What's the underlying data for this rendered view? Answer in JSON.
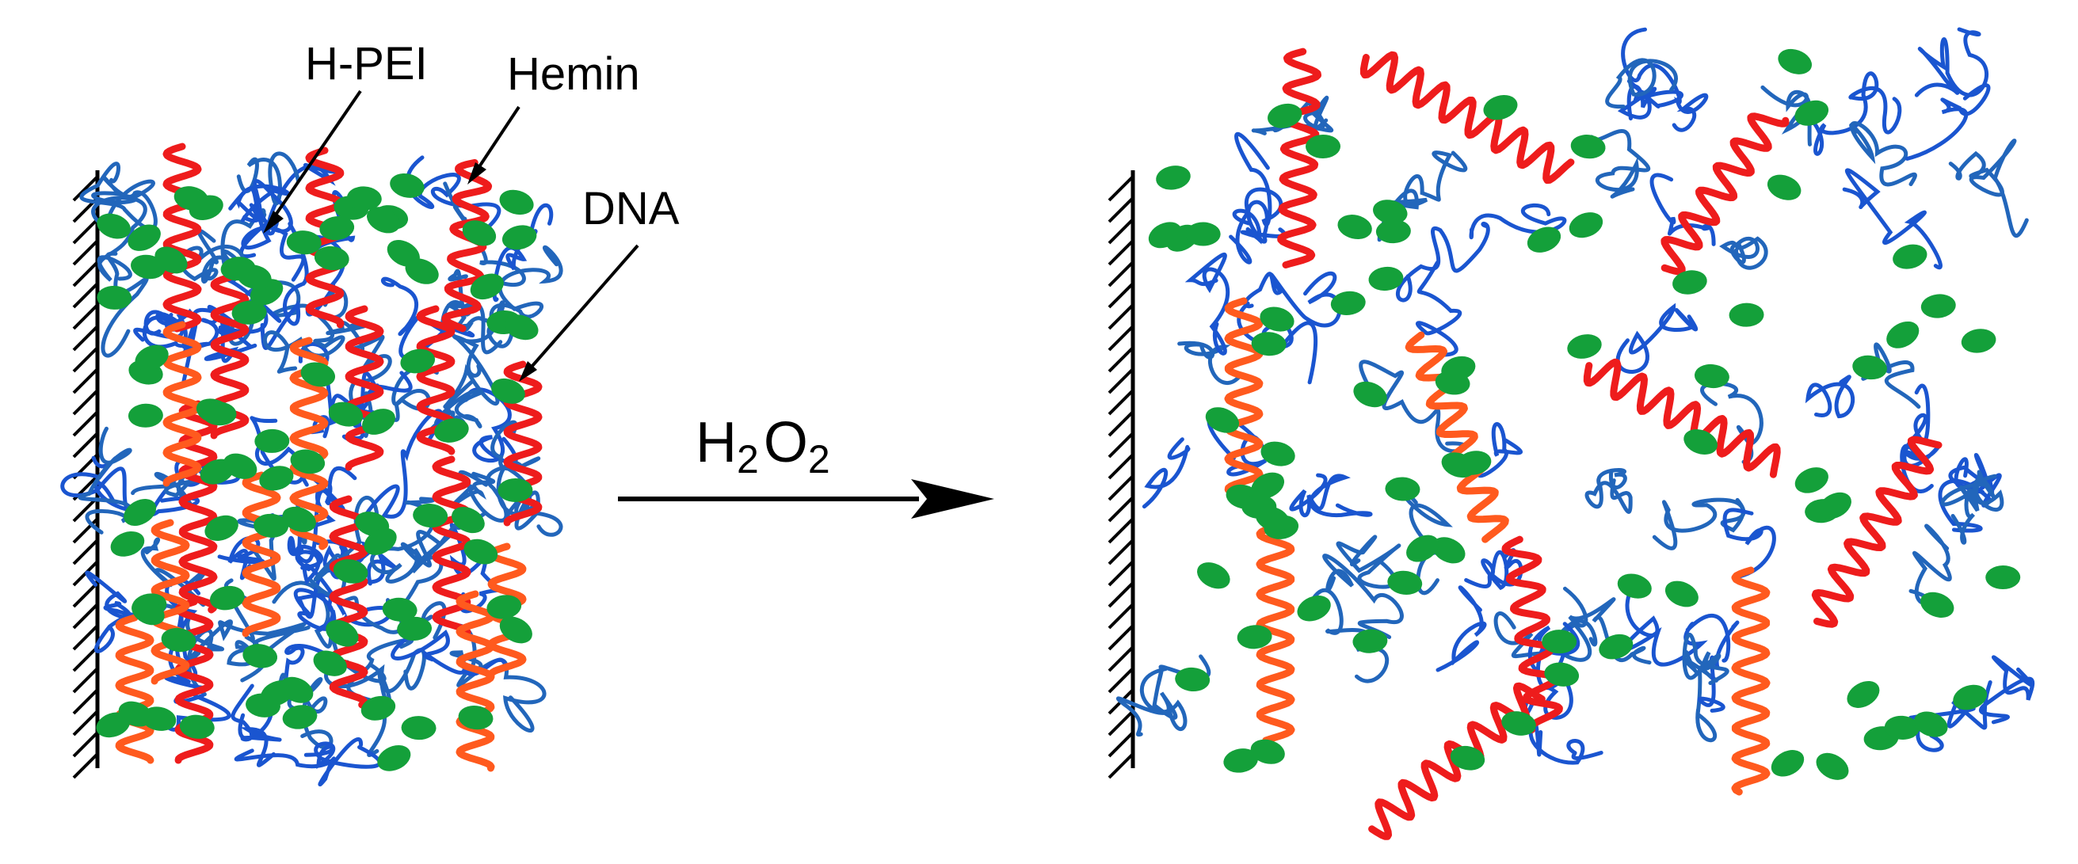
{
  "labels": {
    "hpei": "H-PEI",
    "hemin": "Hemin",
    "dna": "DNA"
  },
  "reaction": {
    "h": "H",
    "sub1": "2",
    "o": "O",
    "sub2": "2"
  },
  "colors": {
    "polymer": "#1a55d0",
    "polymer_alt": "#2266bb",
    "hemin": "#14a03a",
    "dna_red": "#ee1c1c",
    "dna_orange": "#ff5a1e",
    "wall": "#000000"
  }
}
